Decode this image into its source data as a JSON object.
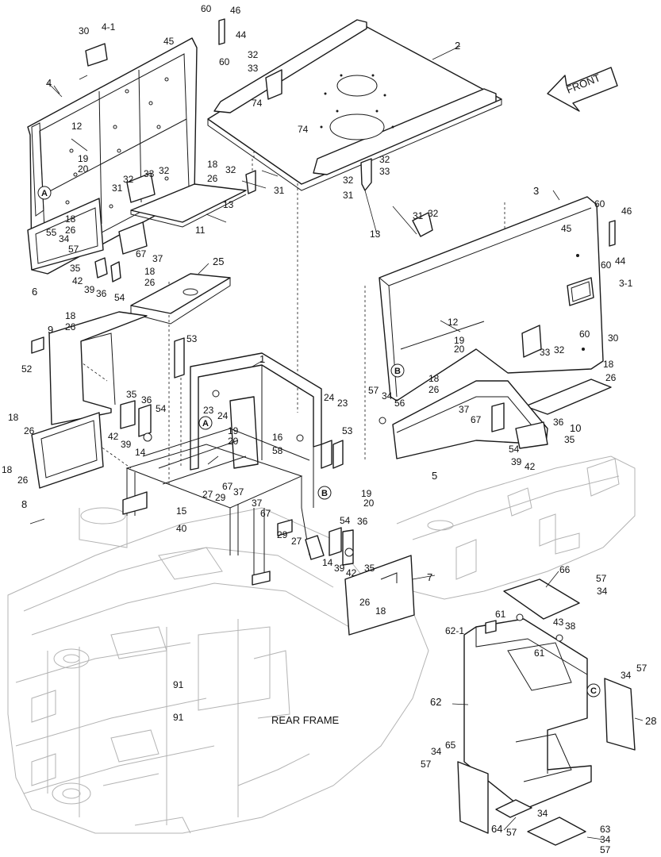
{
  "diagram": {
    "direction_label": "FRONT",
    "area_label": "REAR FRAME",
    "reference_markers": [
      "A",
      "A",
      "B",
      "B",
      "C"
    ],
    "callouts": {
      "c30a": "30",
      "c4_1": "4-1",
      "c45a": "45",
      "c60a": "60",
      "c46a": "46",
      "c44a": "44",
      "c60b": "60",
      "c4": "4",
      "c12a": "12",
      "c19a": "19",
      "c20a": "20",
      "c31a": "31",
      "c32a": "32",
      "c33a": "33",
      "c32b": "32",
      "c18a": "18",
      "c26a": "26",
      "c32c": "32",
      "c31b": "31",
      "c13a": "13",
      "c11": "11",
      "c32d": "32",
      "c33b": "33",
      "c74a": "74",
      "c74b": "74",
      "c2": "2",
      "c32e": "32",
      "c33c": "33",
      "c32f": "32",
      "c31c": "31",
      "c31d": "31",
      "c32g": "32",
      "c13b": "13",
      "c18b": "18",
      "c26b": "26",
      "c55": "55",
      "c34a": "34",
      "c57a": "57",
      "c35a": "35",
      "c42a": "42",
      "c39a": "39",
      "c36a": "36",
      "c54a": "54",
      "c67a": "67",
      "c37a": "37",
      "c6": "6",
      "c25": "25",
      "c18c": "18",
      "c26c": "26",
      "c3": "3",
      "c60c": "60",
      "c46b": "46",
      "c45b": "45",
      "c60d": "60",
      "c44b": "44",
      "c3_1": "3-1",
      "c30b": "30",
      "c12b": "12",
      "c19b": "19",
      "c20b": "20",
      "c33d": "33",
      "c32h": "32",
      "c60e": "60",
      "c18d": "18",
      "c26d": "26",
      "c9": "9",
      "c52": "52",
      "c53a": "53",
      "c1": "1",
      "c18e": "18",
      "c26e": "26",
      "c57b": "57",
      "c34b": "34",
      "c56": "56",
      "c37b": "37",
      "c67b": "67",
      "c18f": "18",
      "c26f": "26",
      "c10": "10",
      "c36b": "36",
      "c35b": "35",
      "c54b": "54",
      "c39b": "39",
      "c42b": "42",
      "c5": "5",
      "c18g": "18",
      "c26g": "26",
      "c35c": "35",
      "c36c": "36",
      "c54c": "54",
      "c42c": "42",
      "c39c": "39",
      "c14a": "14",
      "c23a": "23",
      "c24a": "24",
      "c19c": "19",
      "c20c": "20",
      "c24b": "24",
      "c23b": "23",
      "c16": "16",
      "c58": "58",
      "c53b": "53",
      "c18h": "18",
      "c26h": "26",
      "c8": "8",
      "c27a": "27",
      "c29a": "29",
      "c67c": "67",
      "c37c": "37",
      "c15": "15",
      "c40": "40",
      "c37d": "37",
      "c67d": "67",
      "c19d": "19",
      "c20d": "20",
      "c29b": "29",
      "c27b": "27",
      "c54d": "54",
      "c36d": "36",
      "c14b": "14",
      "c39d": "39",
      "c42d": "42",
      "c35d": "35",
      "c7": "7",
      "c26i": "26",
      "c18i": "18",
      "c66": "66",
      "c57c": "57",
      "c34c": "34",
      "c61a": "61",
      "c43": "43",
      "c38": "38",
      "c62_1": "62-1",
      "c61b": "61",
      "c57d": "57",
      "c34d": "34",
      "c62": "62",
      "c28": "28",
      "c91a": "91",
      "c91b": "91",
      "c34e": "34",
      "c65": "65",
      "c57e": "57",
      "c64": "64",
      "c57f": "57",
      "c34f": "34",
      "c63": "63",
      "c34g": "34",
      "c57g": "57"
    }
  }
}
